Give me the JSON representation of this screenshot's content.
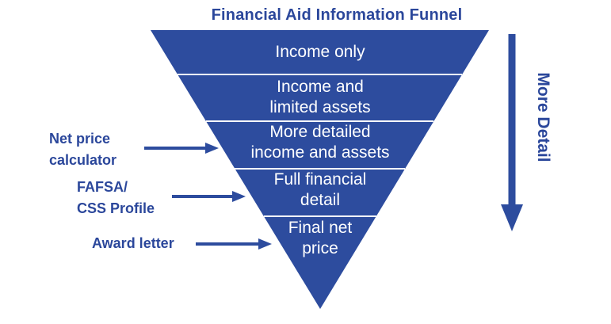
{
  "title": "Financial Aid Information Funnel",
  "funnel": {
    "levels": [
      {
        "label": "Income only"
      },
      {
        "label": "Income and\nlimited assets"
      },
      {
        "label": "More detailed\nincome and assets"
      },
      {
        "label": "Full financial\ndetail"
      },
      {
        "label": "Final net\nprice"
      }
    ]
  },
  "annotations": [
    {
      "label": "Net price\ncalculator"
    },
    {
      "label": "FAFSA/\nCSS Profile"
    },
    {
      "label": "Award letter"
    }
  ],
  "right_label": "More Detail",
  "colors": {
    "funnel_fill": "#2D4C9E",
    "arrow_blue": "#2D4C9E",
    "dark_blue_text": "#2B479B",
    "funnel_text": "#FFFFFF",
    "background": "#FFFFFF"
  }
}
